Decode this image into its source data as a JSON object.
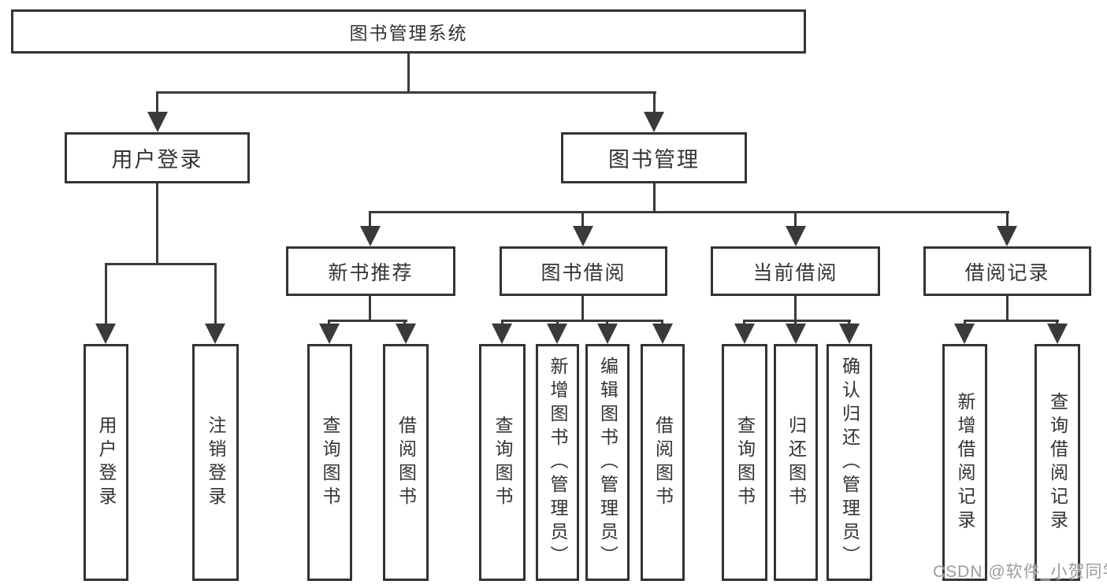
{
  "diagram": {
    "root": {
      "label": "图书管理系统"
    },
    "branches": [
      {
        "label": "用户登录",
        "children": [
          "用户登录",
          "注销登录"
        ]
      },
      {
        "label": "图书管理",
        "sections": [
          {
            "label": "新书推荐",
            "children": [
              "查询图书",
              "借阅图书"
            ]
          },
          {
            "label": "图书借阅",
            "children": [
              "查询图书",
              "新增图书（管理员）",
              "编辑图书（管理员）",
              "借阅图书"
            ]
          },
          {
            "label": "当前借阅",
            "children": [
              "查询图书",
              "归还图书",
              "确认归还（管理员）"
            ]
          },
          {
            "label": "借阅记录",
            "children": [
              "新增借阅记录",
              "查询借阅记录"
            ]
          }
        ]
      }
    ]
  },
  "watermark": "CSDN @软件_小贺同学"
}
